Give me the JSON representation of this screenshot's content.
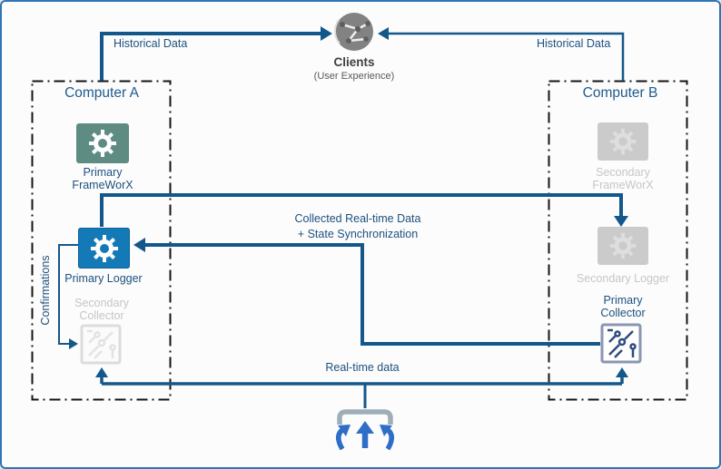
{
  "diagram": {
    "clients": {
      "title": "Clients",
      "subtitle": "(User Experience)"
    },
    "computer_a": {
      "title": "Computer A",
      "frameworx_label": "Primary\nFrameWorX",
      "logger_label": "Primary Logger",
      "collector_label": "Secondary\nCollector"
    },
    "computer_b": {
      "title": "Computer B",
      "frameworx_label": "Secondary\nFrameWorX",
      "logger_label": "Secondary Logger",
      "collector_label": "Primary\nCollector"
    },
    "flows": {
      "historical_left": "Historical Data",
      "historical_right": "Historical Data",
      "collected_sync": "Collected Real-time Data\n+ State Synchronization",
      "realtime": "Real-time data",
      "confirmations": "Confirmations"
    },
    "colors": {
      "line_blue": "#14578B",
      "label_blue": "#1D517E",
      "frameworx_teal": "#5E8C82",
      "logger_blue": "#1379B7",
      "disabled_gray": "#CBCBCB",
      "disabled_text_gray": "#C6C6C6",
      "collector_border": "#8A96B2",
      "collector_trace": "#2F4C7E",
      "source_arrow_blue": "#2E6EC8",
      "bracket_gray": "#9EAEB9",
      "clients_globe_gray": "#828282",
      "outer_border_blue": "#2E75B6",
      "dashed_border_black": "#141414"
    }
  }
}
